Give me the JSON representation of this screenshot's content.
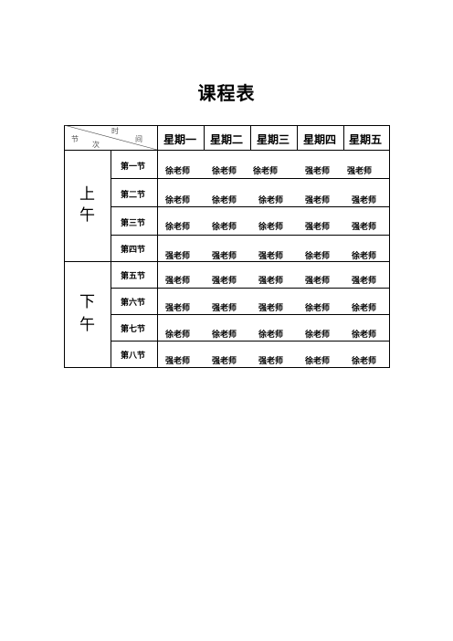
{
  "title": "课程表",
  "corner": {
    "time_1": "时",
    "time_2": "间",
    "section_1": "节",
    "section_2": "次"
  },
  "days": [
    "星期一",
    "星期二",
    "星期三",
    "星期四",
    "星期五"
  ],
  "morning": {
    "label_1": "上",
    "label_2": "午",
    "rows": [
      {
        "period": "第一节",
        "cells": [
          "徐老师",
          "徐老师",
          "徐老师",
          "强老师",
          "强老师"
        ]
      },
      {
        "period": "第二节",
        "cells": [
          "徐老师",
          "徐老师",
          "徐老师",
          "强老师",
          "强老师"
        ]
      },
      {
        "period": "第三节",
        "cells": [
          "徐老师",
          "徐老师",
          "徐老师",
          "强老师",
          "强老师"
        ]
      },
      {
        "period": "第四节",
        "cells": [
          "强老师",
          "强老师",
          "强老师",
          "徐老师",
          "徐老师"
        ]
      }
    ]
  },
  "afternoon": {
    "label_1": "下",
    "label_2": "午",
    "rows": [
      {
        "period": "第五节",
        "cells": [
          "强老师",
          "强老师",
          "强老师",
          "强老师",
          "强老师"
        ]
      },
      {
        "period": "第六节",
        "cells": [
          "强老师",
          "强老师",
          "强老师",
          "徐老师",
          "徐老师"
        ]
      },
      {
        "period": "第七节",
        "cells": [
          "徐老师",
          "徐老师",
          "徐老师",
          "徐老师",
          "徐老师"
        ]
      },
      {
        "period": "第八节",
        "cells": [
          "强老师",
          "强老师",
          "强老师",
          "徐老师",
          "徐老师"
        ]
      }
    ]
  }
}
